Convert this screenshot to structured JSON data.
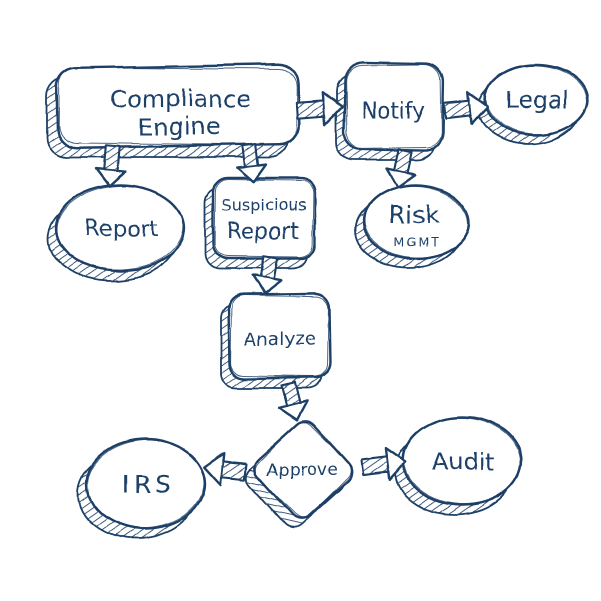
{
  "colors": {
    "ink": "#1e3f66",
    "paper": "#ffffff"
  },
  "diagram": {
    "style": "hand-drawn sketch flowchart, navy ink on white, hatched 3D shading",
    "nodes": [
      {
        "id": "compliance_engine",
        "label": "Compliance Engine",
        "label_lines": [
          "Compliance",
          "Engine"
        ],
        "shape": "rounded-rect"
      },
      {
        "id": "notify",
        "label": "Notify",
        "shape": "rounded-square"
      },
      {
        "id": "legal",
        "label": "Legal",
        "shape": "ellipse"
      },
      {
        "id": "report",
        "label": "Report",
        "shape": "ellipse"
      },
      {
        "id": "suspicious_report",
        "label": "Suspicious Report",
        "label_lines": [
          "Suspicious",
          "Report"
        ],
        "shape": "rounded-square"
      },
      {
        "id": "risk_mgmt",
        "label": "Risk MGMT",
        "label_lines": [
          "Risk",
          "MGMT"
        ],
        "shape": "ellipse"
      },
      {
        "id": "analyze",
        "label": "Analyze",
        "shape": "rounded-square"
      },
      {
        "id": "approve",
        "label": "Approve",
        "shape": "diamond"
      },
      {
        "id": "irs",
        "label": "IRS",
        "shape": "ellipse"
      },
      {
        "id": "audit",
        "label": "Audit",
        "shape": "ellipse"
      }
    ],
    "edges": [
      {
        "from": "compliance_engine",
        "to": "report"
      },
      {
        "from": "compliance_engine",
        "to": "suspicious_report"
      },
      {
        "from": "compliance_engine",
        "to": "notify"
      },
      {
        "from": "notify",
        "to": "legal"
      },
      {
        "from": "notify",
        "to": "risk_mggmt_placeholder",
        "note": ""
      },
      {
        "from": "notify",
        "to": "risk_mgmt"
      },
      {
        "from": "suspicious_report",
        "to": "analyze"
      },
      {
        "from": "analyze",
        "to": "approve"
      },
      {
        "from": "approve",
        "to": "irs"
      },
      {
        "from": "approve",
        "to": "audit"
      }
    ]
  }
}
